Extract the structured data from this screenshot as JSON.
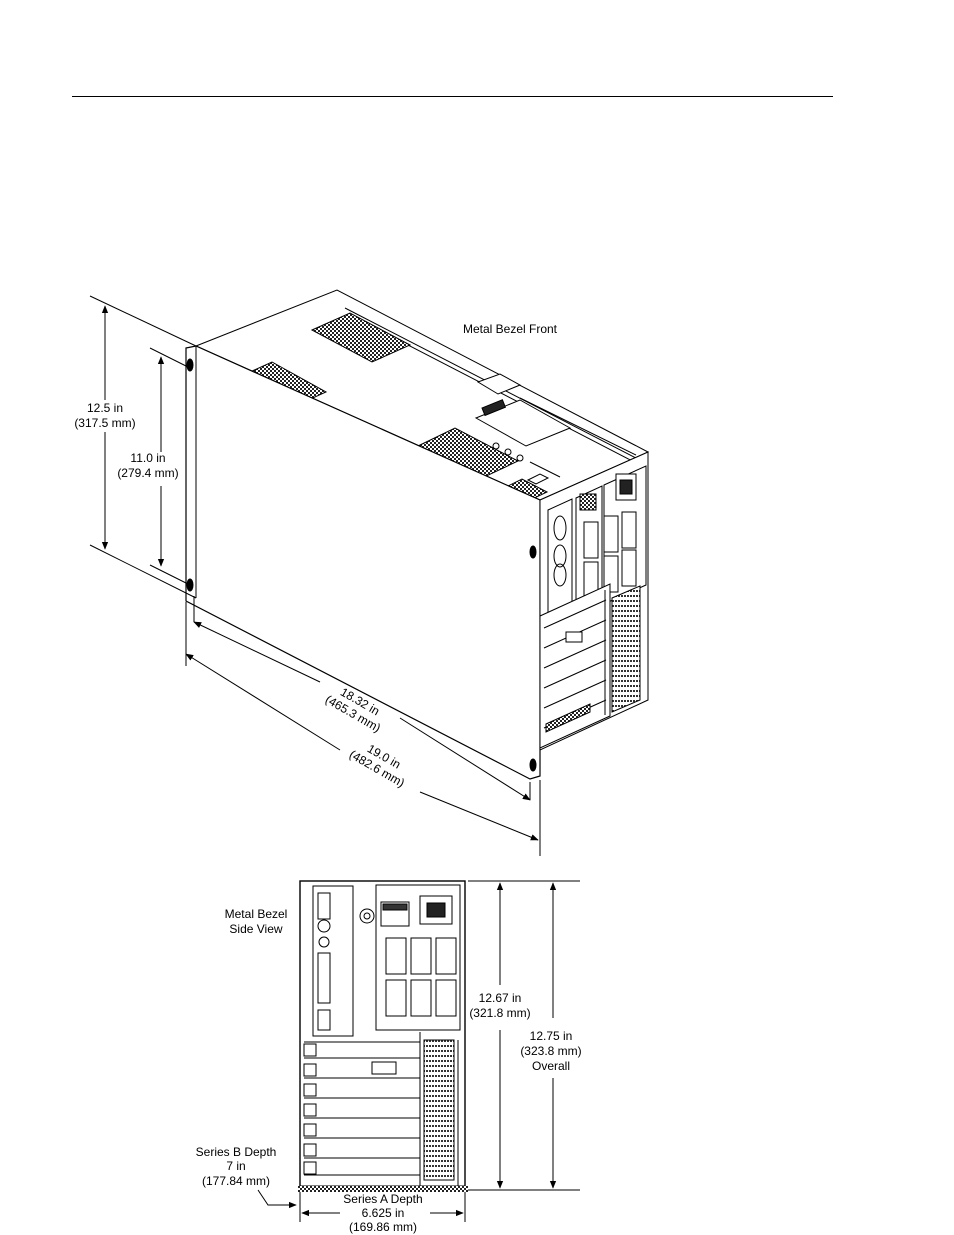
{
  "header_rule": true,
  "front_view": {
    "title": "Metal Bezel Front",
    "height_overall": {
      "in": "12.5 in",
      "mm": "(317.5 mm)"
    },
    "height_bezel": {
      "in": "11.0 in",
      "mm": "(279.4 mm)"
    },
    "width_body": {
      "in": "18.32 in",
      "mm": "(465.3 mm)"
    },
    "width_overall": {
      "in": "19.0 in",
      "mm": "(482.6 mm)"
    }
  },
  "side_view": {
    "title_line1": "Metal Bezel",
    "title_line2": "Side View",
    "height_body": {
      "in": "12.67 in",
      "mm": "(321.8 mm)"
    },
    "height_overall": {
      "in": "12.75 in",
      "mm": "(323.8 mm)",
      "note": "Overall"
    },
    "series_b_depth": {
      "label": "Series B Depth",
      "in": "7 in",
      "mm": "(177.84 mm)"
    },
    "series_a_depth": {
      "label": "Series A Depth",
      "in": "6.625 in",
      "mm": "(169.86 mm)"
    }
  }
}
